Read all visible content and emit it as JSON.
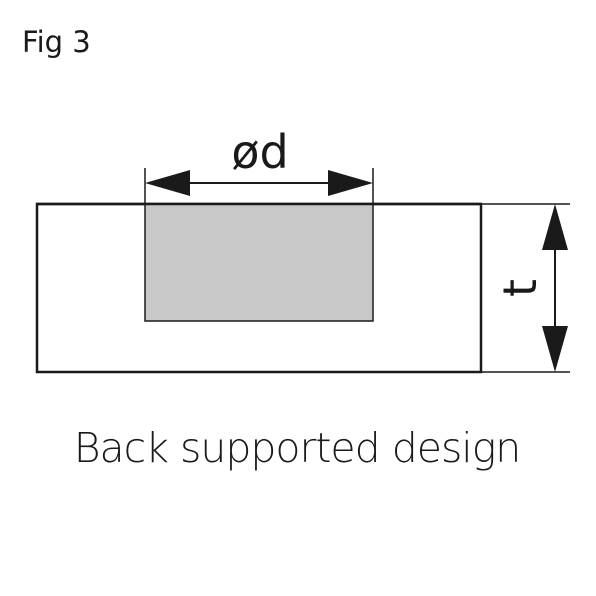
{
  "figure": {
    "label": "Fig 3",
    "caption": "Back supported design"
  },
  "dimensions": {
    "diameter_label": "ød",
    "thickness_label": "t"
  },
  "colors": {
    "line": "#1a1a1a",
    "recess_fill": "#c8c8c8",
    "background": "#ffffff"
  }
}
